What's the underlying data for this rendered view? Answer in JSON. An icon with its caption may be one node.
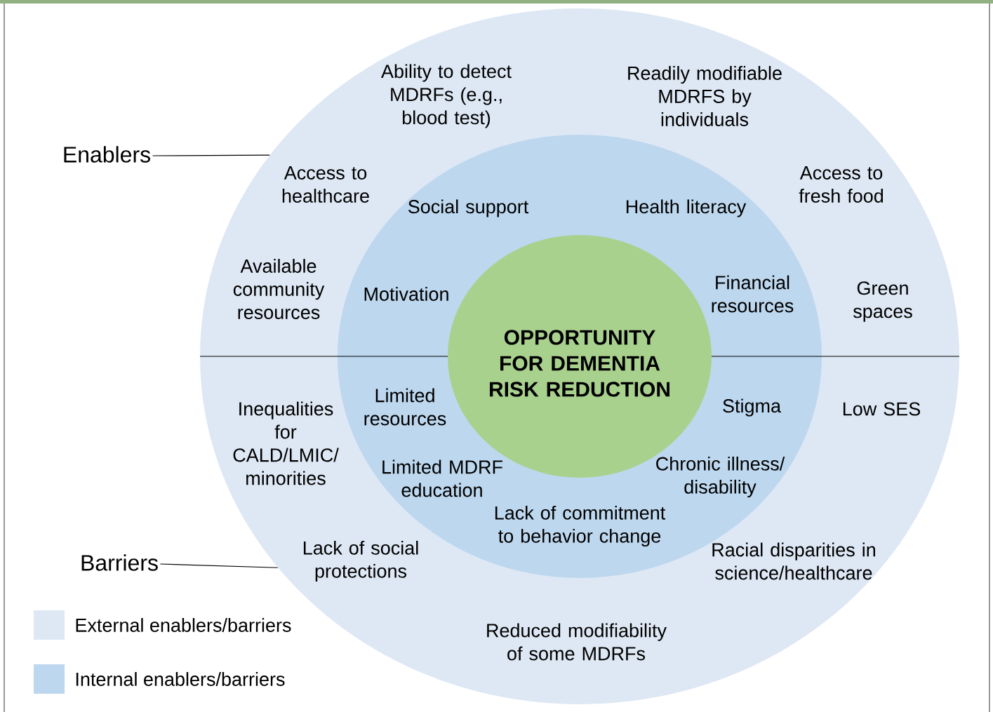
{
  "diagram": {
    "nodes": [
      {
        "text": [
          "Ability to detect MDRFs (e.g., blood test)",
          "Readily modifiable MDRFS by individuals",
          "Access to healthcare",
          "Access to fresh food",
          "Available community resources",
          "Green spaces",
          "Inequalities for CALD/LMIC/ minorities",
          "Low SES",
          "Lack of social protections",
          "Racial disparities in science/healthcare",
          "Reduced modifiability of some MDRFs"
        ]
      },
      {
        "text": [
          "Social support",
          "Health literacy",
          "Motivation",
          "Financial resources",
          "Limited resources",
          "Stigma",
          "Limited MDRF education",
          "Chronic illness/ disability",
          "Lack of commitment to behavior change"
        ],
        "in": 0
      },
      {
        "text": [
          "OPPORTUNITY FOR DEMENTIA RISK REDUCTION"
        ],
        "in": 1
      },
      {
        "text": [
          "Enablers"
        ]
      },
      {
        "text": [
          "Barriers"
        ]
      }
    ],
    "edges": [
      {
        "from": 3,
        "to": 0,
        "arrow": "none"
      },
      {
        "from": 4,
        "to": 0,
        "arrow": "none"
      }
    ],
    "legend": [
      {
        "text": "External enablers/barriers",
        "color": "#dee8f4"
      },
      {
        "text": "Internal enablers/barriers",
        "color": "#bdd7ee"
      }
    ]
  }
}
